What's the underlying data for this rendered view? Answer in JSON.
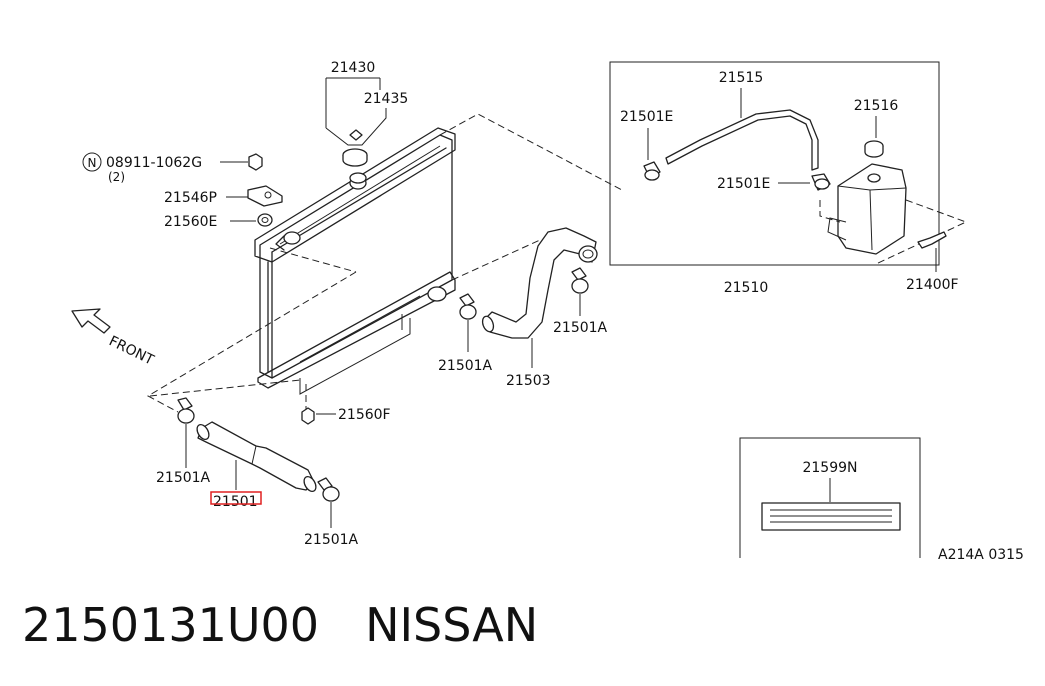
{
  "diagram": {
    "labels": {
      "p21430": "21430",
      "p21435": "21435",
      "p08911": "08911-1062G",
      "p08911_qty": "(2)",
      "p08911_prefix": "N",
      "p21546P": "21546P",
      "p21560E": "21560E",
      "front": "FRONT",
      "p21501A_left": "21501A",
      "p21501": "21501",
      "p21501A_bottom": "21501A",
      "p21560F": "21560F",
      "p21501A_mid": "21501A",
      "p21503": "21503",
      "p21501A_right": "21501A",
      "p21515": "21515",
      "p21501E_top": "21501E",
      "p21501E_mid": "21501E",
      "p21516": "21516",
      "p21510": "21510",
      "p21400F": "21400F",
      "p21599N": "21599N",
      "ref_code": "A214A 0315"
    },
    "highlight_part": "21501",
    "highlight_color": "#e02020"
  },
  "caption": {
    "part_number": "2150131U00",
    "brand": "NISSAN"
  }
}
